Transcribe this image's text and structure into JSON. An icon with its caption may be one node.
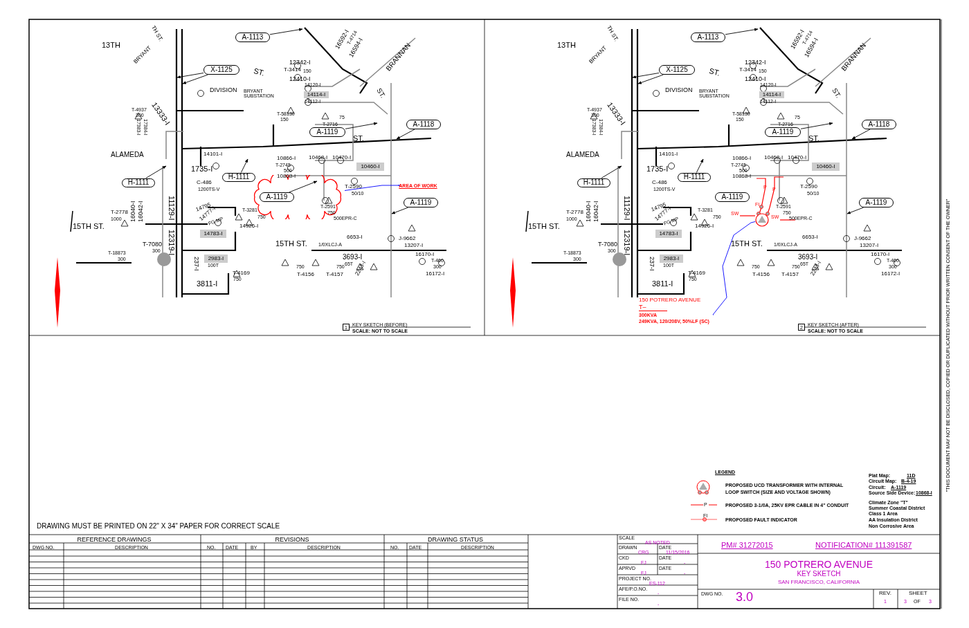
{
  "diagram": {
    "nodes": [
      {
        "text": [
          "A-1113"
        ]
      },
      {
        "text": [
          "X-1125"
        ]
      },
      {
        "text": [
          "A-1119"
        ]
      },
      {
        "text": [
          "A-1118"
        ]
      },
      {
        "text": [
          "H-1111"
        ]
      },
      {
        "text": [
          "H-1111"
        ]
      },
      {
        "text": [
          "14114-I"
        ]
      },
      {
        "text": [
          "10460-I"
        ]
      },
      {
        "text": [
          "14783-I"
        ]
      },
      {
        "text": [
          "2983-I"
        ]
      },
      {
        "text": [],
        "shape": "cloud"
      },
      {
        "text": [
          "A-1119"
        ],
        "in": 10
      },
      {
        "text": [
          "A-1119"
        ]
      },
      {
        "text": [
          "AREA OF WORK"
        ]
      },
      {
        "text": [
          "1"
        ],
        "beside": [
          "KEY SKETCH (BEFORE)",
          "SCALE:  NOT TO SCALE"
        ]
      },
      {
        "text": [
          "A-1113"
        ]
      },
      {
        "text": [
          "X-1125"
        ]
      },
      {
        "text": [
          "A-1119"
        ]
      },
      {
        "text": [
          "A-1118"
        ]
      },
      {
        "text": [
          "H-1111"
        ]
      },
      {
        "text": [
          "H-1111"
        ]
      },
      {
        "text": [
          "14114-I"
        ]
      },
      {
        "text": [
          "10460-I"
        ]
      },
      {
        "text": [
          "14783-I"
        ]
      },
      {
        "text": [
          "2983-I"
        ]
      },
      {
        "text": [
          "A-1119"
        ]
      },
      {
        "text": [
          "A-1119"
        ]
      },
      {
        "text": [],
        "shape": "circle"
      },
      {
        "text": [
          "150 POTRERO AVENUE",
          "T–",
          "300KVA",
          "249KVA, 120/208V, 50%LF (SC)"
        ]
      },
      {
        "text": [
          "2"
        ],
        "beside": [
          "KEY SKETCH (AFTER)",
          "SCALE:  NOT TO SCALE"
        ]
      }
    ],
    "edges": [
      {
        "from": 0,
        "to": null,
        "arrow": "to"
      },
      {
        "from": 1,
        "to": null,
        "arrow": "to"
      },
      {
        "from": 1,
        "to": null,
        "arrow": "to"
      },
      {
        "from": 2,
        "to": null,
        "arrow": "to"
      },
      {
        "from": 3,
        "to": null,
        "arrow": "to"
      },
      {
        "from": 4,
        "to": null,
        "arrow": "to"
      },
      {
        "from": 5,
        "to": null,
        "arrow": "to"
      },
      {
        "from": 11,
        "to": null,
        "arrow": "to"
      },
      {
        "from": 12,
        "to": null,
        "arrow": "to"
      },
      {
        "from": 13,
        "to": 10,
        "arrow": "none",
        "color": "#0000ff"
      },
      {
        "from": 15,
        "to": null,
        "arrow": "to"
      },
      {
        "from": 16,
        "to": null,
        "arrow": "to"
      },
      {
        "from": 16,
        "to": null,
        "arrow": "to"
      },
      {
        "from": 17,
        "to": null,
        "arrow": "to"
      },
      {
        "from": 18,
        "to": null,
        "arrow": "to"
      },
      {
        "from": 19,
        "to": null,
        "arrow": "to"
      },
      {
        "from": 20,
        "to": null,
        "arrow": "to"
      },
      {
        "from": 26,
        "to": null,
        "arrow": "to"
      },
      {
        "from": 28,
        "to": 27,
        "arrow": "none",
        "color": "#0000ff"
      }
    ],
    "labels": [
      "13TH",
      "BRYANT",
      "TH ST.",
      "ST.",
      "DIVISION",
      "BRYANT SUBSTATION",
      "13333-I",
      "T-4937",
      "300",
      "17383-I",
      "17384-I",
      "ALAMEDA",
      "14101-I",
      "1735-I",
      "C-486",
      "1200TS-V",
      "16040-I",
      "16042-I",
      "11129-I",
      "T-2778",
      "1000",
      "15TH ST.",
      "14795",
      "14777-I",
      "FG MP",
      "T-3281",
      "750",
      "14926-I",
      "12319-I",
      "T-7080",
      "300",
      "T-18873",
      "300",
      "237-I",
      "100T",
      "T-4169",
      "750",
      "3811-I",
      "15TH ST.",
      "1/0XLCJ-A",
      "6653-I",
      "500EPR-C",
      "J-9662",
      "3693-I",
      "65T",
      "2243-I",
      "13207-I",
      "16170-I",
      "T-460",
      "300",
      "16172-I",
      "750",
      "T-4156",
      "750",
      "T-4157",
      "10866-I",
      "T-2745",
      "500",
      "10868-I",
      "10468-I",
      "10470-I",
      "T-2590",
      "50/10",
      "T-2591",
      "750",
      "12342-I",
      "T-3414",
      "150",
      "12410-I",
      "14120-I",
      "14112-I",
      "16592-I",
      "T-4714",
      "16594-I",
      "BRANNAN",
      "ST.",
      "ST.",
      "T-58130",
      "150",
      "T-2716",
      "75",
      "13TH",
      "BRYANT",
      "TH ST.",
      "ST.",
      "DIVISION",
      "BRYANT SUBSTATION",
      "13333-I",
      "T-4937",
      "300",
      "17383-I",
      "17384-I",
      "ALAMEDA",
      "14101-I",
      "1735-I",
      "C-486",
      "1200TS-V",
      "16040-I",
      "16042-I",
      "11129-I",
      "T-2778",
      "1000",
      "15TH ST.",
      "14795",
      "14777-I",
      "FG MP",
      "T-3281",
      "750",
      "14926-I",
      "12319-I",
      "T-7080",
      "300",
      "T-18873",
      "300",
      "237-I",
      "100T",
      "T-4169",
      "750",
      "3811-I",
      "15TH ST.",
      "1/0XLCJ-A",
      "6653-I",
      "500EPR-C",
      "J-9662",
      "3693-I",
      "65T",
      "2243-I",
      "13207-I",
      "16170-I",
      "T-460",
      "300",
      "16172-I",
      "750",
      "T-4156",
      "750",
      "T-4157",
      "10866-I",
      "T-2745",
      "500",
      "10868-I",
      "10468-I",
      "10470-I",
      "T-2590",
      "50/10",
      "T-2591",
      "750",
      "12342-I",
      "T-3414",
      "150",
      "12410-I",
      "14120-I",
      "14112-I",
      "16592-I",
      "T-4714",
      "16594-I",
      "BRANNAN",
      "ST.",
      "ST.",
      "T-58130",
      "150",
      "T-2716",
      "75",
      "P",
      "P",
      "FI",
      "SW",
      "SW",
      "DRAWING MUST BE PRINTED ON 22\" X 34\" PAPER FOR CORRECT SCALE",
      "LEGEND",
      "P",
      "FI",
      "Plat Map:",
      "11D",
      "Circuit Map:",
      "B-4-19",
      "Circuit:",
      "A-1119",
      "Source Side Device:",
      "10868-I",
      "Climate Zone \"T\"",
      "Summer Coastal District",
      "Class 1 Area",
      "AA Insulation District",
      "Non Corrosive Area",
      "REFERENCE DRAWINGS",
      "DWG NO.",
      "DESCRIPTION",
      "REVISIONS",
      "NO.",
      "DATE",
      "BY",
      "DESCRIPTION",
      "DRAWING STATUS",
      "NO.",
      "DATE",
      "DESCRIPTION",
      "SCALE",
      "AS NOTED",
      "DRAWN",
      "CRG",
      "DATE",
      "11/15/2016",
      "CKD",
      "FJ",
      "DATE",
      "-",
      "APRVD",
      "FJ",
      "DATE",
      "-",
      "PROJECT NO.",
      "ES-112",
      "AFE/P.O.NO.",
      "-",
      "FILE NO.",
      "-",
      "PM# 31272015",
      "NOTIFICATION# 111391587",
      "150 POTRERO AVENUE",
      "KEY SKETCH",
      "SAN FRANCISCO, CALIFORNIA",
      "DWG NO.",
      "3.0",
      "REV.",
      "1",
      "SHEET",
      "3",
      "OF",
      "3",
      "\"THIS DOCUMENT MAY NOT BE DISCLOSED, COPIED OR DUPLICATED WITHOUT PRIOR WRITTEN CONSENT OF THE OWNER\""
    ],
    "legend": [
      {
        "text": "PROPOSED UCD TRANSFORMER WITH INTERNAL LOOP SWITCH (SIZE AND VOLTAGE SHOWN)"
      },
      {
        "text": "PROPOSED 3-1/0A, 25KV EPR CABLE IN 4\" CONDUIT"
      },
      {
        "text": "PROPOSED FAULT INDICATOR"
      }
    ]
  }
}
